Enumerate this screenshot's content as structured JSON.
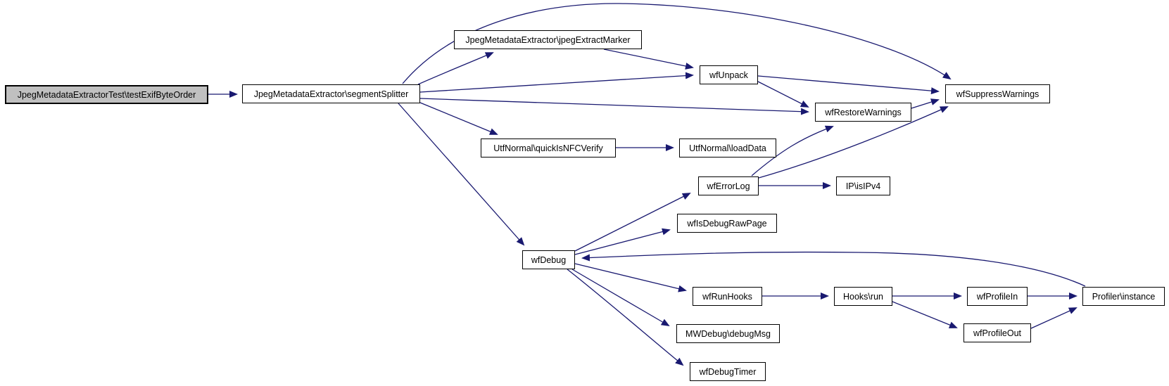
{
  "diagram_type": "call-graph",
  "colors": {
    "edge": "#191970",
    "node_fill": "#ffffff",
    "node_border": "#000000",
    "start_node_fill": "#c0c0c0"
  },
  "nodes": [
    {
      "id": "testExifByteOrder",
      "label": "JpegMetadataExtractorTest\\testExifByteOrder",
      "start": true
    },
    {
      "id": "segmentSplitter",
      "label": "JpegMetadataExtractor\\segmentSplitter"
    },
    {
      "id": "jpegExtractMarker",
      "label": "JpegMetadataExtractor\\jpegExtractMarker"
    },
    {
      "id": "wfUnpack",
      "label": "wfUnpack"
    },
    {
      "id": "wfSuppressWarnings",
      "label": "wfSuppressWarnings"
    },
    {
      "id": "wfRestoreWarnings",
      "label": "wfRestoreWarnings"
    },
    {
      "id": "quickIsNFCVerify",
      "label": "UtfNormal\\quickIsNFCVerify"
    },
    {
      "id": "loadData",
      "label": "UtfNormal\\loadData"
    },
    {
      "id": "wfErrorLog",
      "label": "wfErrorLog"
    },
    {
      "id": "isIPv4",
      "label": "IP\\isIPv4"
    },
    {
      "id": "wfIsDebugRawPage",
      "label": "wfIsDebugRawPage"
    },
    {
      "id": "wfDebug",
      "label": "wfDebug"
    },
    {
      "id": "wfRunHooks",
      "label": "wfRunHooks"
    },
    {
      "id": "hooksRun",
      "label": "Hooks\\run"
    },
    {
      "id": "wfProfileIn",
      "label": "wfProfileIn"
    },
    {
      "id": "profilerInstance",
      "label": "Profiler\\instance"
    },
    {
      "id": "wfProfileOut",
      "label": "wfProfileOut"
    },
    {
      "id": "debugMsg",
      "label": "MWDebug\\debugMsg"
    },
    {
      "id": "wfDebugTimer",
      "label": "wfDebugTimer"
    }
  ],
  "edges": [
    {
      "from": "testExifByteOrder",
      "to": "segmentSplitter"
    },
    {
      "from": "segmentSplitter",
      "to": "jpegExtractMarker"
    },
    {
      "from": "segmentSplitter",
      "to": "wfSuppressWarnings"
    },
    {
      "from": "segmentSplitter",
      "to": "wfUnpack"
    },
    {
      "from": "segmentSplitter",
      "to": "wfRestoreWarnings"
    },
    {
      "from": "segmentSplitter",
      "to": "quickIsNFCVerify"
    },
    {
      "from": "segmentSplitter",
      "to": "wfDebug"
    },
    {
      "from": "jpegExtractMarker",
      "to": "wfUnpack"
    },
    {
      "from": "wfUnpack",
      "to": "wfSuppressWarnings"
    },
    {
      "from": "wfUnpack",
      "to": "wfRestoreWarnings"
    },
    {
      "from": "wfRestoreWarnings",
      "to": "wfSuppressWarnings"
    },
    {
      "from": "quickIsNFCVerify",
      "to": "loadData"
    },
    {
      "from": "wfErrorLog",
      "to": "wfRestoreWarnings"
    },
    {
      "from": "wfErrorLog",
      "to": "wfSuppressWarnings"
    },
    {
      "from": "wfErrorLog",
      "to": "isIPv4"
    },
    {
      "from": "wfDebug",
      "to": "wfErrorLog"
    },
    {
      "from": "wfDebug",
      "to": "wfIsDebugRawPage"
    },
    {
      "from": "profilerInstance",
      "to": "wfDebug"
    },
    {
      "from": "wfDebug",
      "to": "wfRunHooks"
    },
    {
      "from": "wfDebug",
      "to": "debugMsg"
    },
    {
      "from": "wfDebug",
      "to": "wfDebugTimer"
    },
    {
      "from": "wfRunHooks",
      "to": "hooksRun"
    },
    {
      "from": "hooksRun",
      "to": "wfProfileIn"
    },
    {
      "from": "hooksRun",
      "to": "wfProfileOut"
    },
    {
      "from": "wfProfileIn",
      "to": "profilerInstance"
    },
    {
      "from": "wfProfileOut",
      "to": "profilerInstance"
    }
  ]
}
